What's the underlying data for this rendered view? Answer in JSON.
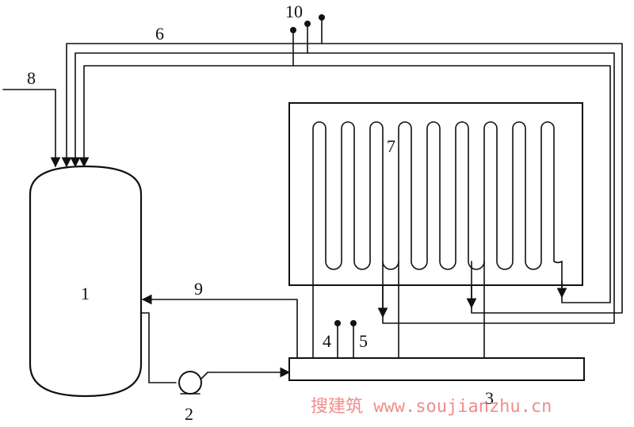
{
  "labels": {
    "1": "1",
    "2": "2",
    "3": "3",
    "4": "4",
    "5": "5",
    "6": "6",
    "7": "7",
    "8": "8",
    "9": "9",
    "10": "10"
  },
  "watermark": "搜建筑 www.soujianzhu.cn",
  "colors": {
    "line": "#111111",
    "watermark": "#f28c8c",
    "background": "#ffffff"
  }
}
